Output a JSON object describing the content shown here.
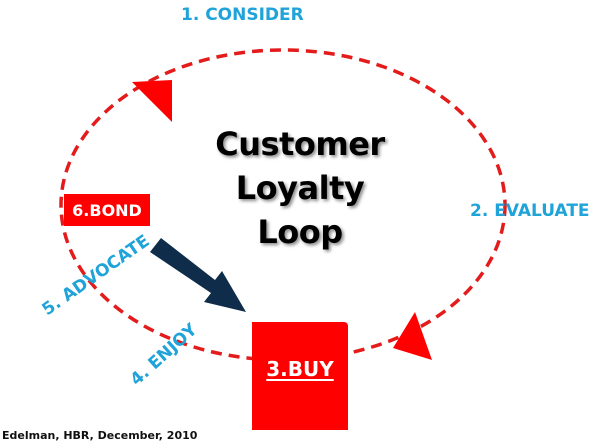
{
  "title": {
    "line1": "Customer Loyalty",
    "line2": "Loop"
  },
  "stages": {
    "consider": "1. CONSIDER",
    "evaluate": "2. EVALUATE",
    "buy": "3.BUY",
    "enjoy": "4. ENJOY",
    "advocate": "5. ADVOCATE",
    "bond": "6.BOND"
  },
  "source": "Edelman, HBR, December, 2010",
  "colors": {
    "loop_red": "#e31b1b",
    "box_red": "#ff0000",
    "label_blue": "#1fa3d9",
    "arrow_navy": "#0f2d4a",
    "title_black": "#000000"
  }
}
